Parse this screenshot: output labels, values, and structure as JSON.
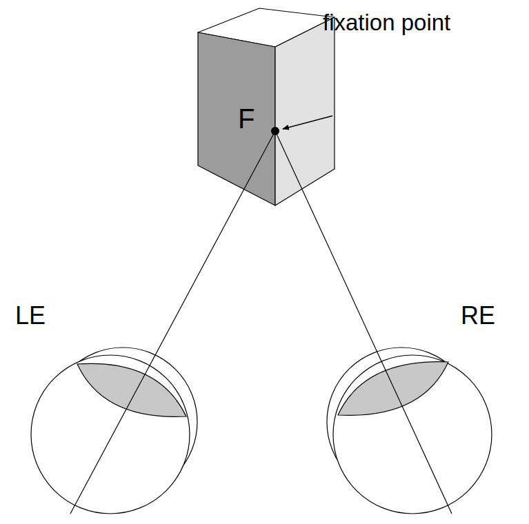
{
  "diagram": {
    "labels": [
      "F",
      "fixation point",
      "LE",
      "RE"
    ]
  }
}
